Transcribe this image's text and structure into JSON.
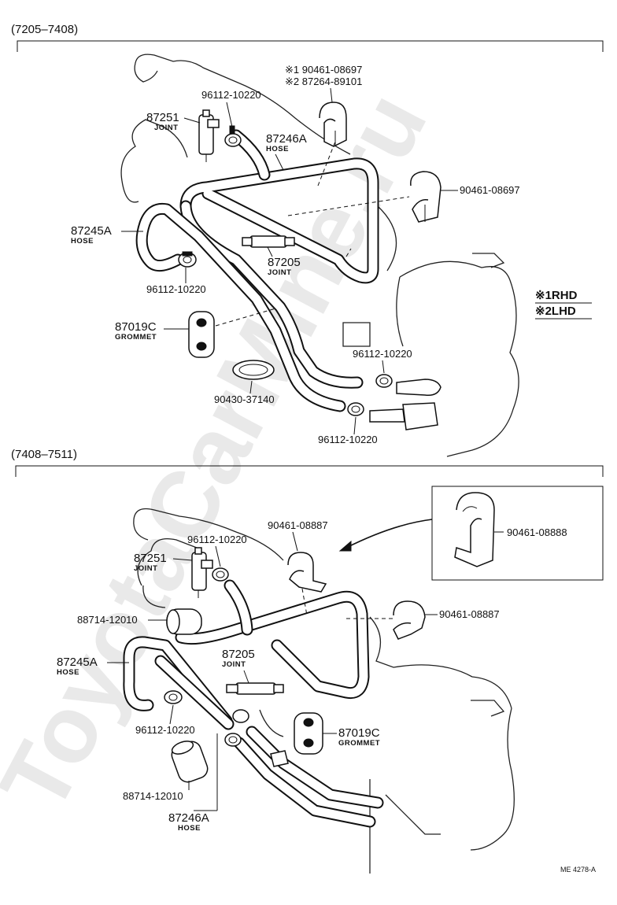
{
  "watermark": "ToyotaCarMine.ru",
  "legend": {
    "rhd": "※1RHD",
    "lhd": "※2LHD"
  },
  "drawing_code": "ME 4278-A",
  "section1": {
    "title": "(7205–7408)",
    "labels": {
      "p87251": "87251",
      "p87251_name": "JOINT",
      "p96112_top": "96112-10220",
      "p_note1": "※1 90461-08697",
      "p_note2": "※2 87264-89101",
      "p87246a": "87246A",
      "p87246a_name": "HOSE",
      "p90461_right": "90461-08697",
      "p87245a": "87245A",
      "p87245a_name": "HOSE",
      "p87205": "87205",
      "p87205_name": "JOINT",
      "p96112_left": "96112-10220",
      "p87019c": "87019C",
      "p87019c_name": "GROMMET",
      "p96112_mid": "96112-10220",
      "p90430": "90430-37140",
      "p96112_bottom": "96112-10220"
    }
  },
  "section2": {
    "title": "(7408–7511)",
    "labels": {
      "p90461_inset": "90461-08888",
      "p90461_clip": "90461-08887",
      "p96112_top": "96112-10220",
      "p87251": "87251",
      "p87251_name": "JOINT",
      "p90461_right": "90461-08887",
      "p88714_top": "88714-12010",
      "p87205": "87205",
      "p87205_name": "JOINT",
      "p87245a": "87245A",
      "p87245a_name": "HOSE",
      "p87019c": "87019C",
      "p87019c_name": "GROMMET",
      "p96112_bottom": "96112-10220",
      "p88714_bottom": "88714-12010",
      "p87246a": "87246A",
      "p87246a_name": "HOSE"
    }
  }
}
